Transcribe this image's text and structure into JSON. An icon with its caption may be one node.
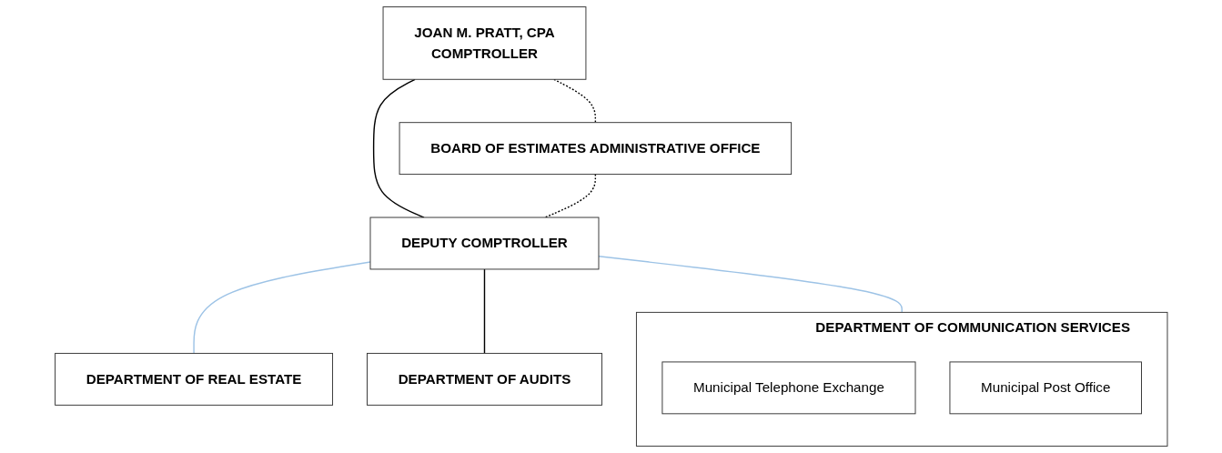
{
  "diagram": {
    "nodes": [
      {
        "text": [
          "JOAN M. PRATT, CPA",
          "COMPTROLLER"
        ]
      },
      {
        "text": [
          "BOARD OF ESTIMATES ADMINISTRATIVE OFFICE"
        ]
      },
      {
        "text": [
          "DEPUTY COMPTROLLER"
        ]
      },
      {
        "text": [
          "DEPARTMENT OF REAL ESTATE"
        ]
      },
      {
        "text": [
          "DEPARTMENT OF AUDITS"
        ]
      },
      {
        "text": [
          "DEPARTMENT OF COMMUNICATION SERVICES"
        ]
      },
      {
        "text": [
          "Municipal Telephone Exchange"
        ],
        "in": 5
      },
      {
        "text": [
          "Municipal Post Office"
        ],
        "in": 5
      }
    ],
    "edges": [
      {
        "from": 0,
        "to": 2,
        "arrow": "none"
      },
      {
        "from": 0,
        "to": 1,
        "arrow": "none",
        "style": "dashed"
      },
      {
        "from": 1,
        "to": 2,
        "arrow": "none",
        "style": "dashed"
      },
      {
        "from": 2,
        "to": 3,
        "arrow": "none",
        "color": "#9dc3e6"
      },
      {
        "from": 2,
        "to": 4,
        "arrow": "none"
      },
      {
        "from": 2,
        "to": 5,
        "arrow": "none",
        "color": "#9dc3e6"
      }
    ]
  }
}
